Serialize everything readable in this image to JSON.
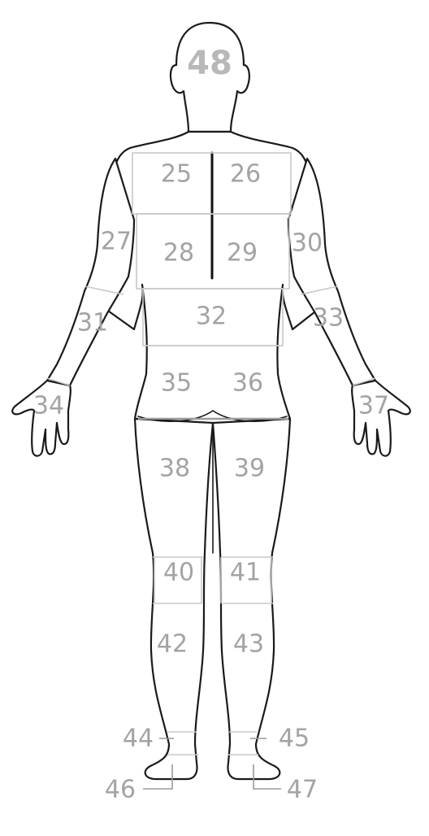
{
  "diagram": {
    "view": "posterior",
    "label_color": "#a3a3a3",
    "outline_color": "#1a1a1a",
    "zone_line_color": "#c8c8c8",
    "regions": [
      {
        "id": "48",
        "label": "48"
      },
      {
        "id": "25",
        "label": "25"
      },
      {
        "id": "26",
        "label": "26"
      },
      {
        "id": "27",
        "label": "27"
      },
      {
        "id": "28",
        "label": "28"
      },
      {
        "id": "29",
        "label": "29"
      },
      {
        "id": "30",
        "label": "30"
      },
      {
        "id": "31",
        "label": "31"
      },
      {
        "id": "32",
        "label": "32"
      },
      {
        "id": "33",
        "label": "33"
      },
      {
        "id": "34",
        "label": "34"
      },
      {
        "id": "35",
        "label": "35"
      },
      {
        "id": "36",
        "label": "36"
      },
      {
        "id": "37",
        "label": "37"
      },
      {
        "id": "38",
        "label": "38"
      },
      {
        "id": "39",
        "label": "39"
      },
      {
        "id": "40",
        "label": "40"
      },
      {
        "id": "41",
        "label": "41"
      },
      {
        "id": "42",
        "label": "42"
      },
      {
        "id": "43",
        "label": "43"
      },
      {
        "id": "44",
        "label": "44"
      },
      {
        "id": "45",
        "label": "45"
      },
      {
        "id": "46",
        "label": "46"
      },
      {
        "id": "47",
        "label": "47"
      }
    ]
  }
}
